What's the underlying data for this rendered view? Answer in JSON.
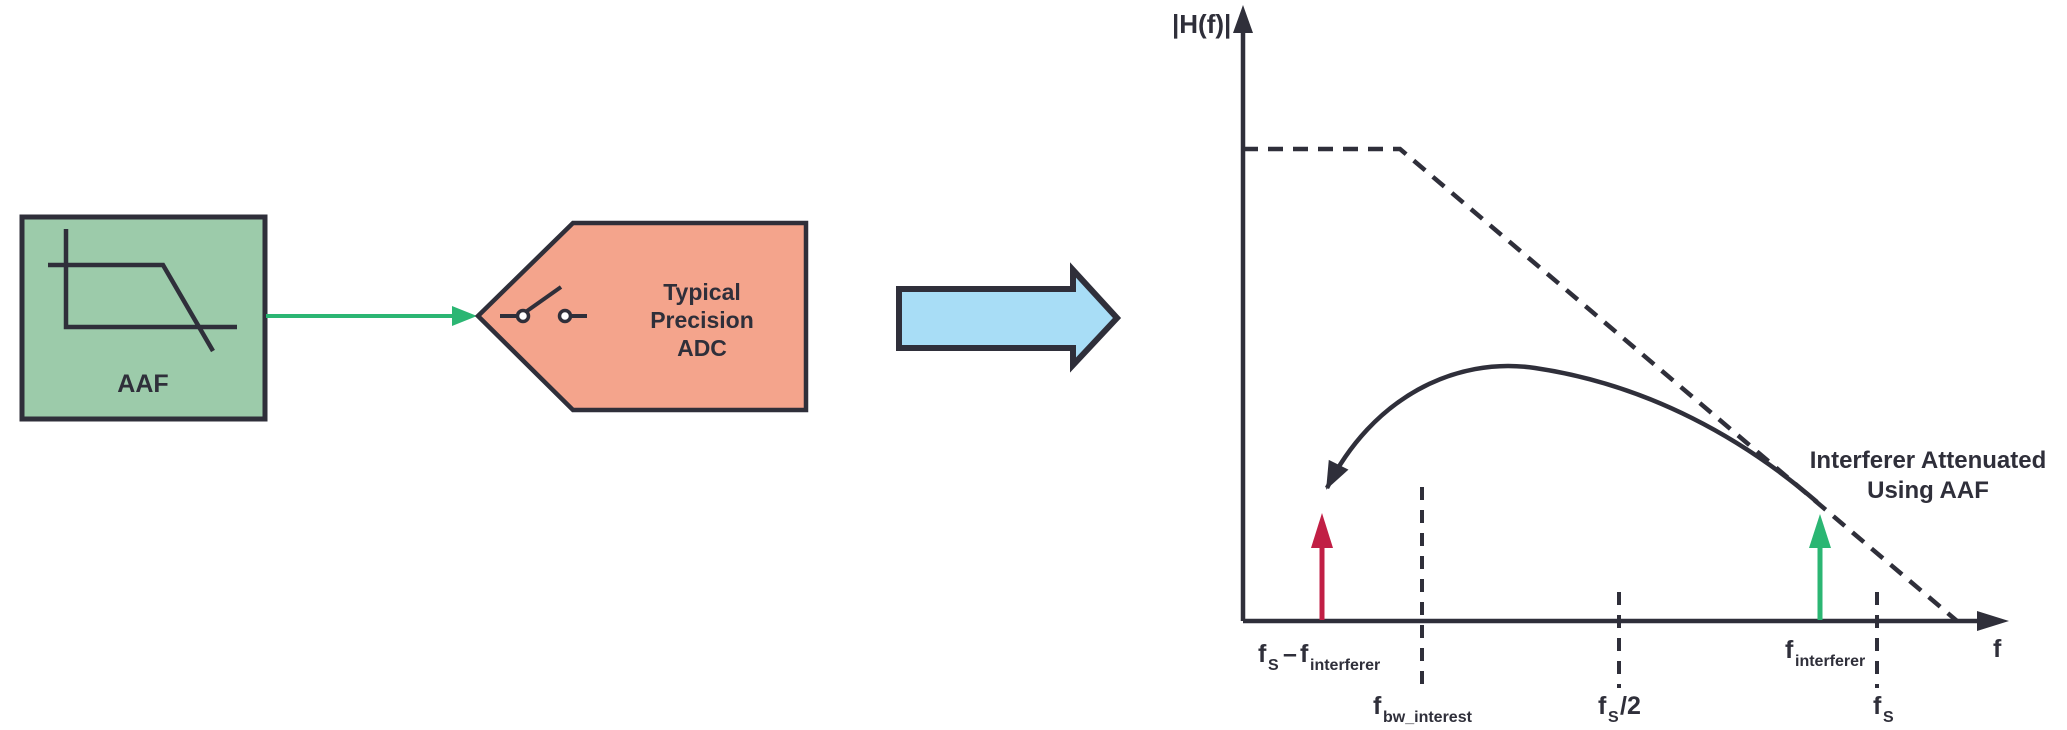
{
  "colors": {
    "ink": "#2F2F3A",
    "aaf_fill": "#9CCBAA",
    "adc_fill": "#F4A48C",
    "flow_arrow_fill": "#A8DDF6",
    "signal_green": "#2BB673",
    "alias_red": "#C11F45",
    "background": "#FFFFFF"
  },
  "blocks": {
    "aaf": {
      "label": "AAF"
    },
    "adc": {
      "line1": "Typical",
      "line2": "Precision",
      "line3": "ADC"
    }
  },
  "graph": {
    "y_axis_label": "|H(f)|",
    "x_axis_label": "f",
    "annotation": {
      "line1": "Interferer Attenuated",
      "line2": "Using AAF"
    },
    "x_labels": {
      "alias": {
        "f1": "f",
        "sub1": "S",
        "dash": "–",
        "f2": "f",
        "sub2": "interferer"
      },
      "bw_interest": {
        "main": "f",
        "sub": "bw_interest"
      },
      "half_fs": {
        "main": "f",
        "sub": "S",
        "suffix": "/2"
      },
      "interferer": {
        "main": "f",
        "sub": "interferer"
      },
      "fs": {
        "main": "f",
        "sub": "S"
      }
    }
  }
}
